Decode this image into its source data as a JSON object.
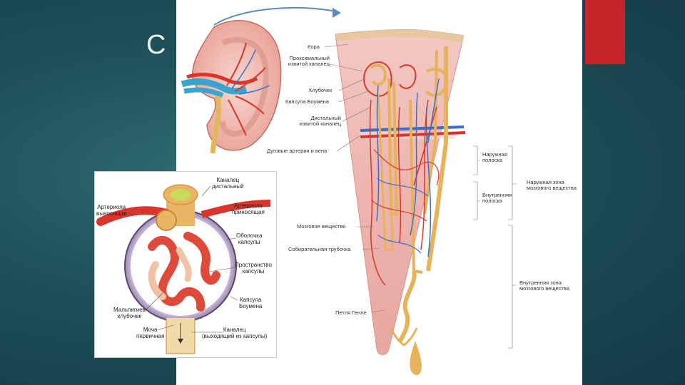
{
  "slide": {
    "title_fragment": "С"
  },
  "labels": {
    "cortex": "Кора",
    "proximal_tubule": [
      "Проксимальный",
      "извитой каналец"
    ],
    "glomerulus": "Клубочек",
    "bowman_capsule": "Капсула Боумена",
    "distal_tubule": [
      "Дистальный",
      "извитой каналец"
    ],
    "arcuate_vessels": "Дуговые артерия и вена",
    "outer_strip": [
      "Наружная",
      "полоска"
    ],
    "inner_strip": [
      "Внутренняя",
      "полоска"
    ],
    "outer_medulla": [
      "Наружная зона",
      "мозгового вещества"
    ],
    "medulla": "Мозговое вещество",
    "collecting_duct": "Собирательная трубочка",
    "inner_medulla": [
      "Внутренняя зона",
      "мозгового вещества"
    ],
    "loop_henle": "Петля Генле"
  },
  "inset": {
    "distal_tubule": [
      "Каналец",
      "дистальный"
    ],
    "efferent": [
      "Артериола",
      "выносящая"
    ],
    "afferent": [
      "Артериола",
      "приносящая"
    ],
    "capsule_shell": [
      "Оболочка",
      "капсулы"
    ],
    "capsule_space": [
      "Пространство",
      "капсулы"
    ],
    "bowman": [
      "Капсула",
      "Боумена"
    ],
    "malpighian": [
      "Мальпигиев",
      "клубочек"
    ],
    "primary_urine": [
      "Моча",
      "первичная"
    ],
    "tubule_exit": [
      "Каналец",
      "(выходящий из капсулы)"
    ]
  }
}
